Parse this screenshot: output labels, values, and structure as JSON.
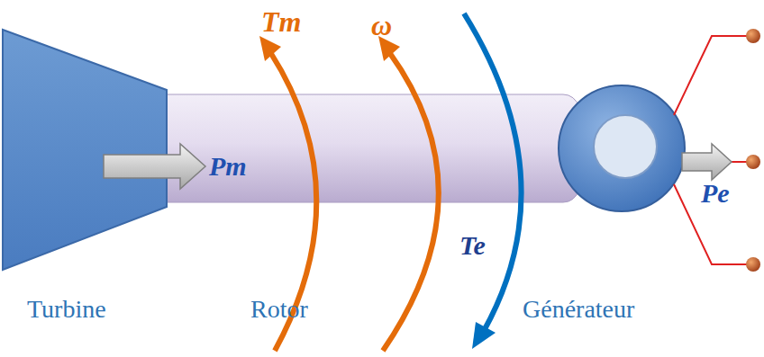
{
  "diagram": {
    "labels": [
      "Tm",
      "ω",
      "Pm",
      "Pe",
      "Te",
      "Turbine",
      "Rotor",
      "Générateur"
    ]
  }
}
